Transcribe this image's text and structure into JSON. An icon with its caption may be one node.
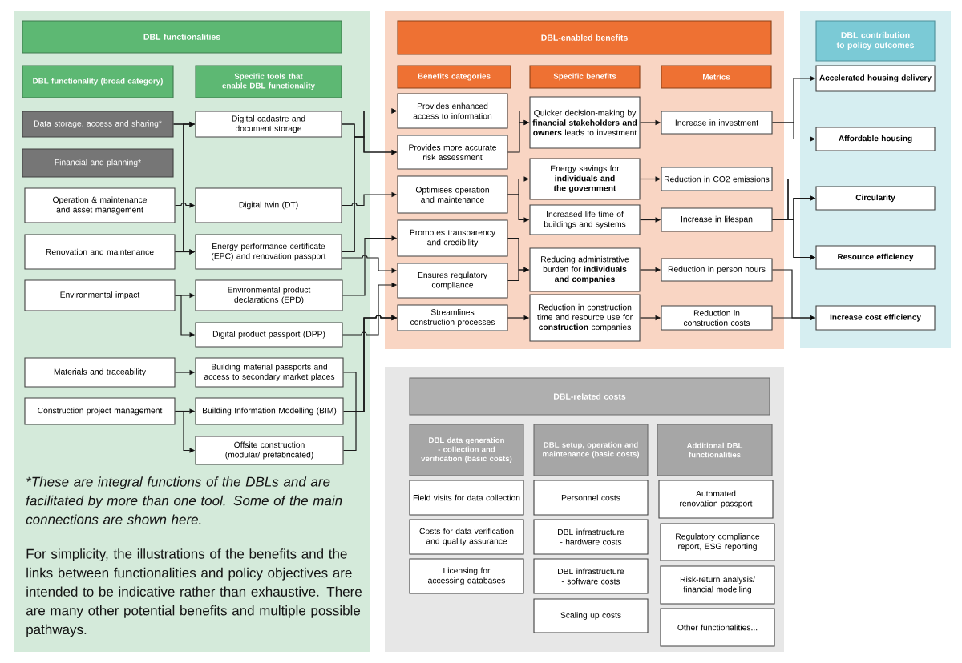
{
  "diagram": {
    "nodes": [
      {
        "text": [],
        "shape": "box"
      },
      {
        "text": [
          "DBL functionalities"
        ],
        "in": 0
      },
      {
        "text": [
          "DBL functionality (broad category)"
        ],
        "in": 0
      },
      {
        "text": [
          "Specific tools that enable DBL functionality"
        ],
        "in": 0
      },
      {
        "text": [
          "Data storage, access and sharing*"
        ],
        "in": 0
      },
      {
        "text": [
          "Financial and planning*"
        ],
        "in": 0
      },
      {
        "text": [
          "Operation & maintenance and asset management"
        ],
        "in": 0
      },
      {
        "text": [
          "Renovation and maintenance"
        ],
        "in": 0
      },
      {
        "text": [
          "Environmental impact"
        ],
        "in": 0
      },
      {
        "text": [
          "Materials and traceability"
        ],
        "in": 0
      },
      {
        "text": [
          "Construction project management"
        ],
        "in": 0
      },
      {
        "text": [
          "Digital cadastre and document storage"
        ],
        "in": 0
      },
      {
        "text": [
          "Digital twin (DT)"
        ],
        "in": 0
      },
      {
        "text": [
          "Energy performance certificate (EPC) and renovation passport"
        ],
        "in": 0
      },
      {
        "text": [
          "Environmental product declarations (EPD)"
        ],
        "in": 0
      },
      {
        "text": [
          "Digital product passport (DPP)"
        ],
        "in": 0
      },
      {
        "text": [
          "Building material passports and access to secondary market places"
        ],
        "in": 0
      },
      {
        "text": [
          "Building Information Modelling (BIM)"
        ],
        "in": 0
      },
      {
        "text": [
          "Offsite construction (modular/ prefabricated)"
        ],
        "in": 0
      },
      {
        "text": [],
        "shape": "box"
      },
      {
        "text": [
          "DBL-enabled benefits"
        ],
        "in": 19
      },
      {
        "text": [
          "Benefits categories"
        ],
        "in": 19
      },
      {
        "text": [
          "Specific benefits"
        ],
        "in": 19
      },
      {
        "text": [
          "Metrics"
        ],
        "in": 19
      },
      {
        "text": [
          "Provides enhanced access to information"
        ],
        "in": 19
      },
      {
        "text": [
          "Provides more accurate risk assessment"
        ],
        "in": 19
      },
      {
        "text": [
          "Optimises operation and maintenance"
        ],
        "in": 19
      },
      {
        "text": [
          "Promotes transparency and credibility"
        ],
        "in": 19
      },
      {
        "text": [
          "Ensures regulatory compliance"
        ],
        "in": 19
      },
      {
        "text": [
          "Streamlines construction processes"
        ],
        "in": 19
      },
      {
        "text": [
          "Quicker decision-making by **financial stakeholders and owners** leads to investment"
        ],
        "in": 19
      },
      {
        "text": [
          "Energy savings for **individuals and the government**"
        ],
        "in": 19
      },
      {
        "text": [
          "Increased life time of buildings and systems"
        ],
        "in": 19
      },
      {
        "text": [
          "Reducing administrative burden for **individuals and companies**"
        ],
        "in": 19
      },
      {
        "text": [
          "Reduction in construction time and resource use for **construction** companies"
        ],
        "in": 19
      },
      {
        "text": [
          "Increase in investment"
        ],
        "in": 19
      },
      {
        "text": [
          "Reduction in CO2 emissions"
        ],
        "in": 19
      },
      {
        "text": [
          "Increase in lifespan"
        ],
        "in": 19
      },
      {
        "text": [
          "Reduction in person hours"
        ],
        "in": 19
      },
      {
        "text": [
          "Reduction in construction costs"
        ],
        "in": 19
      },
      {
        "text": [],
        "shape": "box"
      },
      {
        "text": [
          "DBL contribution to policy outcomes"
        ],
        "in": 40
      },
      {
        "text": [
          "Accelerated housing delivery"
        ],
        "in": 40
      },
      {
        "text": [
          "Affordable housing"
        ],
        "in": 40
      },
      {
        "text": [
          "Circularity"
        ],
        "in": 40
      },
      {
        "text": [
          "Resource efficiency"
        ],
        "in": 40
      },
      {
        "text": [
          "Increase cost efficiency"
        ],
        "in": 40
      },
      {
        "text": [],
        "shape": "box"
      },
      {
        "text": [
          "DBL-related costs"
        ],
        "in": 47
      },
      {
        "text": [
          "DBL data generation - collection and verification (basic costs)"
        ],
        "in": 47
      },
      {
        "text": [
          "DBL setup, operation and maintenance (basic costs)"
        ],
        "in": 47
      },
      {
        "text": [
          "Additional DBL functionalities"
        ],
        "in": 47
      },
      {
        "text": [
          "Field visits for data collection"
        ],
        "in": 47
      },
      {
        "text": [
          "Costs for data verification and quality assurance"
        ],
        "in": 47
      },
      {
        "text": [
          "Licensing for accessing databases"
        ],
        "in": 47
      },
      {
        "text": [
          "Personnel costs"
        ],
        "in": 47
      },
      {
        "text": [
          "DBL infrastructure - hardware costs"
        ],
        "in": 47
      },
      {
        "text": [
          "DBL infrastructure - software costs"
        ],
        "in": 47
      },
      {
        "text": [
          "Scaling up costs"
        ],
        "in": 47
      },
      {
        "text": [
          "Automated renovation passport"
        ],
        "in": 47
      },
      {
        "text": [
          "Regulatory compliance report, ESG reporting"
        ],
        "in": 47
      },
      {
        "text": [
          "Risk-return analysis/ financial modelling"
        ],
        "in": 47
      },
      {
        "text": [
          "Other functionalities..."
        ],
        "in": 47
      }
    ],
    "edges": [
      {
        "from": 4,
        "to": 11,
        "arrow": "to"
      },
      {
        "from": 4,
        "to": 13,
        "arrow": "to"
      },
      {
        "from": 5,
        "to": 11,
        "arrow": "to"
      },
      {
        "from": 5,
        "to": 13,
        "arrow": "to"
      },
      {
        "from": 7,
        "to": 11,
        "arrow": "to"
      },
      {
        "from": 7,
        "to": 13,
        "arrow": "to"
      },
      {
        "from": 6,
        "to": 12,
        "arrow": "to"
      },
      {
        "from": 8,
        "to": 14,
        "arrow": "to"
      },
      {
        "from": 8,
        "to": 15,
        "arrow": "to"
      },
      {
        "from": 9,
        "to": 16,
        "arrow": "to"
      },
      {
        "from": 10,
        "to": 17,
        "arrow": "to"
      },
      {
        "from": 10,
        "to": 18,
        "arrow": "to"
      },
      {
        "from": 11,
        "to": 24,
        "arrow": "to"
      },
      {
        "from": 11,
        "to": 25,
        "arrow": "to"
      },
      {
        "from": 13,
        "to": 24,
        "arrow": "to"
      },
      {
        "from": 13,
        "to": 25,
        "arrow": "to"
      },
      {
        "from": 12,
        "to": 26,
        "arrow": "to"
      },
      {
        "from": 13,
        "to": 28,
        "arrow": "to"
      },
      {
        "from": 14,
        "to": 27,
        "arrow": "to"
      },
      {
        "from": 15,
        "to": 28,
        "arrow": "to"
      },
      {
        "from": 16,
        "to": 29,
        "arrow": "to"
      },
      {
        "from": 17,
        "to": 29,
        "arrow": "to"
      },
      {
        "from": 18,
        "to": 29,
        "arrow": "to"
      },
      {
        "from": 24,
        "to": 30,
        "arrow": "to"
      },
      {
        "from": 25,
        "to": 30,
        "arrow": "to"
      },
      {
        "from": 26,
        "to": 31,
        "arrow": "to"
      },
      {
        "from": 26,
        "to": 32,
        "arrow": "to"
      },
      {
        "from": 27,
        "to": 33,
        "arrow": "to"
      },
      {
        "from": 28,
        "to": 33,
        "arrow": "to"
      },
      {
        "from": 29,
        "to": 34,
        "arrow": "to"
      },
      {
        "from": 30,
        "to": 35,
        "arrow": "to"
      },
      {
        "from": 31,
        "to": 36,
        "arrow": "to"
      },
      {
        "from": 32,
        "to": 37,
        "arrow": "to"
      },
      {
        "from": 33,
        "to": 38,
        "arrow": "to"
      },
      {
        "from": 34,
        "to": 39,
        "arrow": "to"
      },
      {
        "from": 35,
        "to": 42,
        "arrow": "to"
      },
      {
        "from": 35,
        "to": 43,
        "arrow": "to"
      },
      {
        "from": 36,
        "to": 44,
        "arrow": "to"
      },
      {
        "from": 36,
        "to": 45,
        "arrow": "to"
      },
      {
        "from": 37,
        "to": 44,
        "arrow": "to"
      },
      {
        "from": 37,
        "to": 45,
        "arrow": "to"
      },
      {
        "from": 38,
        "to": 46,
        "arrow": "to"
      },
      {
        "from": 39,
        "to": 46,
        "arrow": "to"
      }
    ],
    "labels": [
      "*These are integral functions of the DBLs and are facilitated by more than one tool. Some of the main connections are shown here.",
      "For simplicity, the illustrations of the benefits and the links between functionalities and policy objectives are intended to be indicative rather than exhaustive. There are many other potential benefits and multiple possible pathways."
    ]
  }
}
